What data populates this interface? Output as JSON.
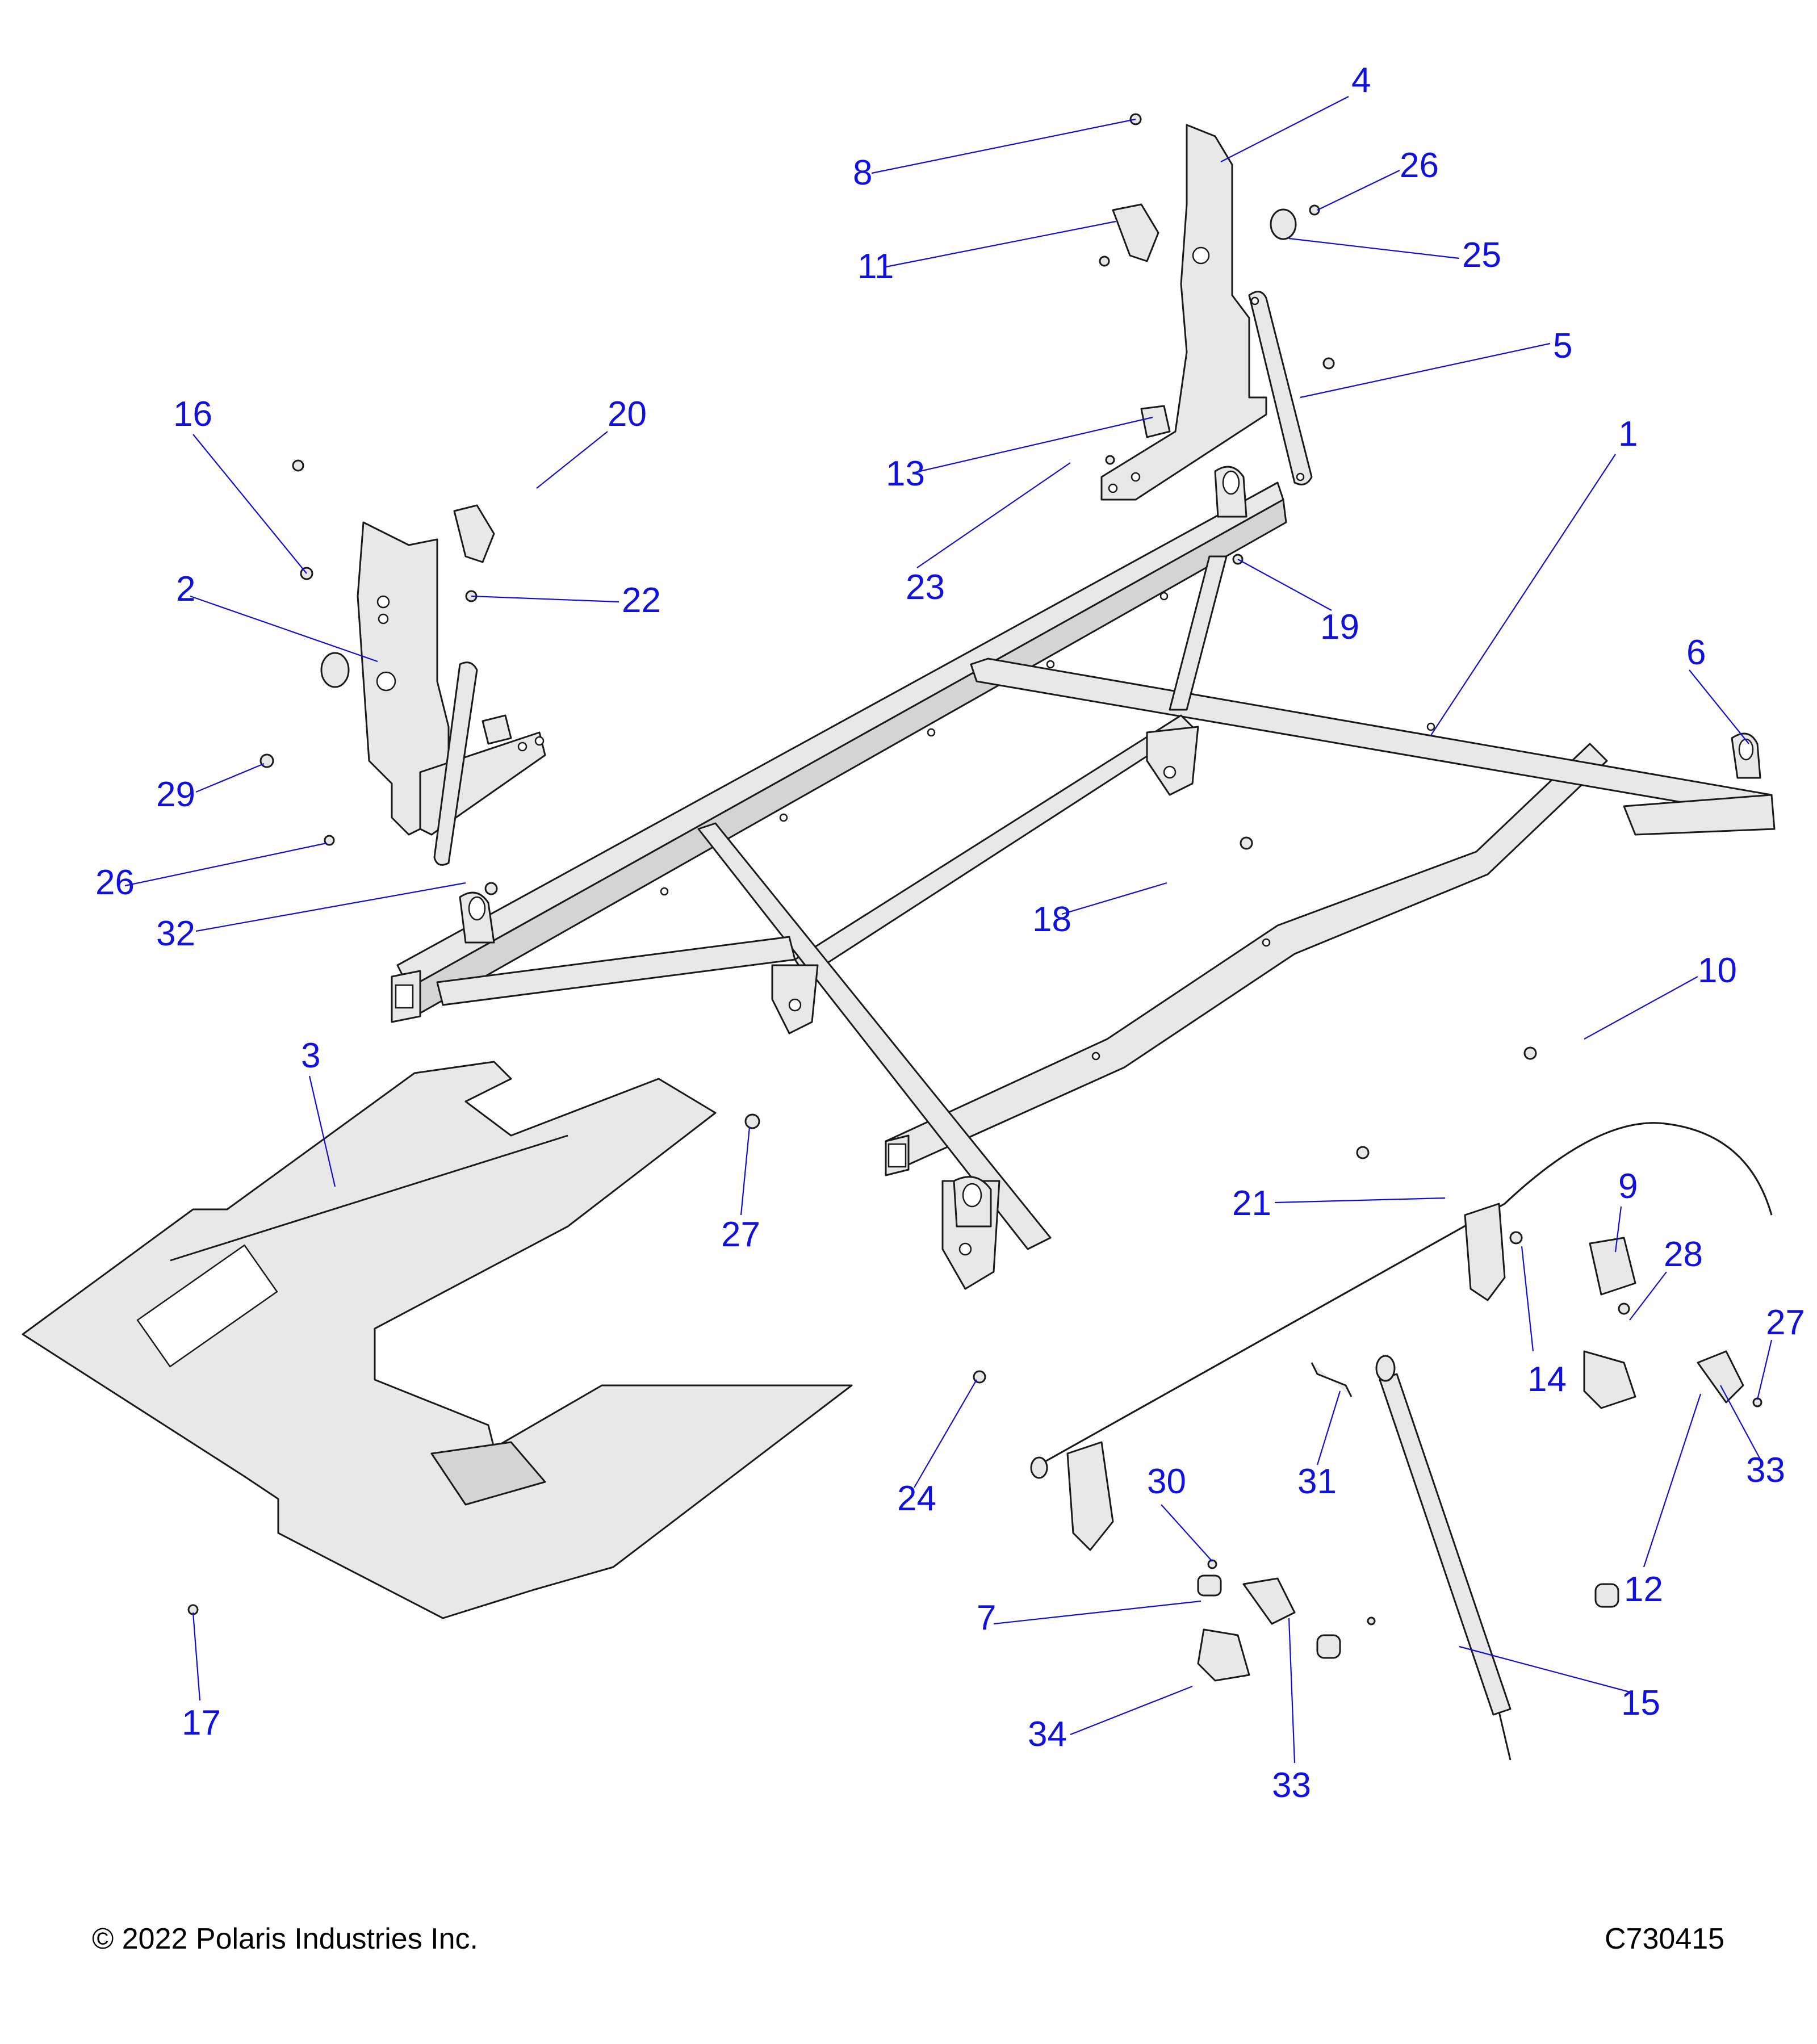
{
  "diagram": {
    "title": "Frame, Skid Plate and Mounting Hardware exploded view",
    "accent_color": "#1010e0",
    "callouts": [
      {
        "id": "c1",
        "label": "1"
      },
      {
        "id": "c2",
        "label": "2"
      },
      {
        "id": "c3",
        "label": "3"
      },
      {
        "id": "c4",
        "label": "4"
      },
      {
        "id": "c5",
        "label": "5"
      },
      {
        "id": "c6",
        "label": "6"
      },
      {
        "id": "c7",
        "label": "7"
      },
      {
        "id": "c8",
        "label": "8"
      },
      {
        "id": "c9",
        "label": "9"
      },
      {
        "id": "c10",
        "label": "10"
      },
      {
        "id": "c11",
        "label": "11"
      },
      {
        "id": "c12",
        "label": "12"
      },
      {
        "id": "c13",
        "label": "13"
      },
      {
        "id": "c14",
        "label": "14"
      },
      {
        "id": "c15",
        "label": "15"
      },
      {
        "id": "c16",
        "label": "16"
      },
      {
        "id": "c17",
        "label": "17"
      },
      {
        "id": "c18",
        "label": "18"
      },
      {
        "id": "c19",
        "label": "19"
      },
      {
        "id": "c20",
        "label": "20"
      },
      {
        "id": "c21",
        "label": "21"
      },
      {
        "id": "c22",
        "label": "22"
      },
      {
        "id": "c23",
        "label": "23"
      },
      {
        "id": "c24",
        "label": "24"
      },
      {
        "id": "c25",
        "label": "25"
      },
      {
        "id": "c26a",
        "label": "26"
      },
      {
        "id": "c26b",
        "label": "26"
      },
      {
        "id": "c27a",
        "label": "27"
      },
      {
        "id": "c27b",
        "label": "27"
      },
      {
        "id": "c28",
        "label": "28"
      },
      {
        "id": "c29",
        "label": "29"
      },
      {
        "id": "c30",
        "label": "30"
      },
      {
        "id": "c31",
        "label": "31"
      },
      {
        "id": "c32",
        "label": "32"
      },
      {
        "id": "c33a",
        "label": "33"
      },
      {
        "id": "c33b",
        "label": "33"
      },
      {
        "id": "c34",
        "label": "34"
      }
    ]
  },
  "footer": {
    "copyright": "© 2022 Polaris Industries Inc.",
    "drawing_number": "C730415"
  }
}
